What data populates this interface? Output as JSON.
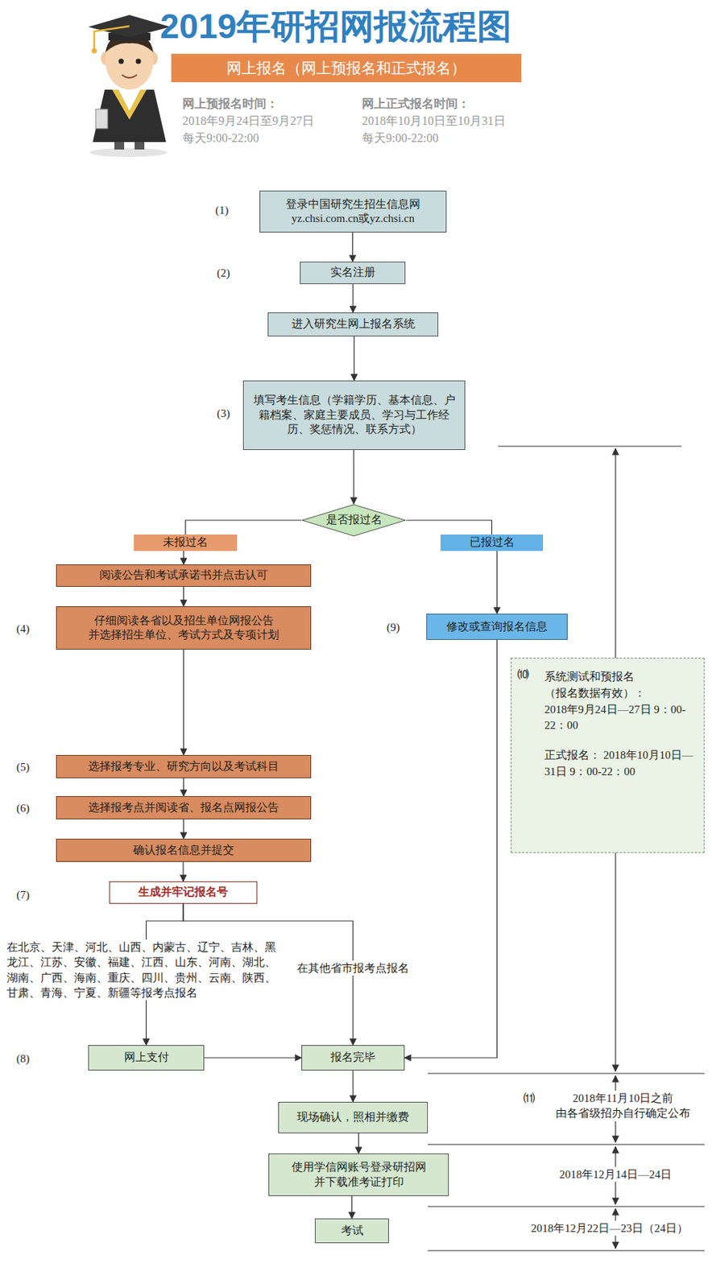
{
  "diagram": {
    "title": "2019年研招网报流程图",
    "nodes": [
      {
        "text": [
          "网上报名（网上预报名和正式报名）"
        ]
      },
      {
        "text": [
          "登录中国研究生招生信息网 yz.chsi.com.cn或yz.chsi.cn"
        ]
      },
      {
        "text": [
          "实名注册"
        ]
      },
      {
        "text": [
          "进入研究生网上报名系统"
        ]
      },
      {
        "text": [
          "填写考生信息（学籍学历、基本信息、户籍档案、家庭主要成员、学习与工作经历、奖惩情况、联系方式）"
        ]
      },
      {
        "text": [
          "是否报过名"
        ]
      },
      {
        "text": [
          "未报过名"
        ]
      },
      {
        "text": [
          "已报过名"
        ]
      },
      {
        "text": [
          "阅读公告和考试承诺书并点击认可"
        ]
      },
      {
        "text": [
          "仔细阅读各省以及招生单位网报公告 并选择招生单位、考试方式及专项计划"
        ]
      },
      {
        "text": [
          "修改或查询报名信息"
        ]
      },
      {
        "text": [
          "⑽",
          "系统测试和预报名 （报名数据有效）： 2018年9月24日—27日 9：00-22：00",
          "正式报名： 2018年10月10日—31日 9：00-22：00"
        ]
      },
      {
        "text": [
          "选择报考专业、研究方向以及考试科目"
        ]
      },
      {
        "text": [
          "选择报考点并阅读省、报名点网报公告"
        ]
      },
      {
        "text": [
          "确认报名信息并提交"
        ]
      },
      {
        "text": [
          "生成并牢记报名号"
        ]
      },
      {
        "text": [
          "网上支付"
        ]
      },
      {
        "text": [
          "报名完毕"
        ]
      },
      {
        "text": [
          "现场确认，照相并缴费"
        ]
      },
      {
        "text": [
          "使用学信网账号登录研招网 并下载准考证打印"
        ]
      },
      {
        "text": [
          "考试"
        ]
      }
    ],
    "edges": [
      {
        "from": 1,
        "to": 2,
        "arrow": "to"
      },
      {
        "from": 2,
        "to": 3,
        "arrow": "to"
      },
      {
        "from": 3,
        "to": 4,
        "arrow": "to"
      },
      {
        "from": 4,
        "to": 5,
        "arrow": "to"
      },
      {
        "from": 5,
        "to": 6,
        "arrow": "none"
      },
      {
        "from": 5,
        "to": 7,
        "arrow": "none"
      },
      {
        "from": 6,
        "to": 8,
        "arrow": "to"
      },
      {
        "from": 8,
        "to": 9,
        "arrow": "to"
      },
      {
        "from": 9,
        "to": 12,
        "arrow": "to"
      },
      {
        "from": 12,
        "to": 13,
        "arrow": "to"
      },
      {
        "from": 13,
        "to": 14,
        "arrow": "to"
      },
      {
        "from": 14,
        "to": 15,
        "arrow": "to"
      },
      {
        "from": 15,
        "to": 16,
        "arrow": "to"
      },
      {
        "from": 15,
        "to": 17,
        "arrow": "to"
      },
      {
        "from": 16,
        "to": 17,
        "arrow": "to"
      },
      {
        "from": 7,
        "to": 10,
        "arrow": "to"
      },
      {
        "from": 10,
        "to": 17,
        "arrow": "to"
      },
      {
        "from": 17,
        "to": 18,
        "arrow": "to"
      },
      {
        "from": 18,
        "to": 19,
        "arrow": "to"
      },
      {
        "from": 19,
        "to": 20,
        "arrow": "to"
      }
    ],
    "labels": [
      "网上预报名时间：",
      "2018年9月24日至9月27日",
      "每天9:00-22:00",
      "网上正式报名时间：",
      "2018年10月10日至10月31日",
      "每天9:00-22:00",
      "(1)",
      "(2)",
      "(3)",
      "(4)",
      "(9)",
      "(5)",
      "(6)",
      "(7)",
      "在北京、天津、河北、山西、内蒙古、辽宁、吉林、黑龙江、江苏、安徽、福建、江西、山东、河南、湖北、湖南、广西、海南、重庆、四川、贵州、云南、陕西、甘肃、青海、宁夏、新疆等报考点报名",
      "在其他省市报考点报名",
      "(8)",
      "⑾",
      "2018年11月10日之前 由各省级招办自行确定公布",
      "2018年12月14日—24日",
      "2018年12月22日—23日（24日）"
    ]
  }
}
